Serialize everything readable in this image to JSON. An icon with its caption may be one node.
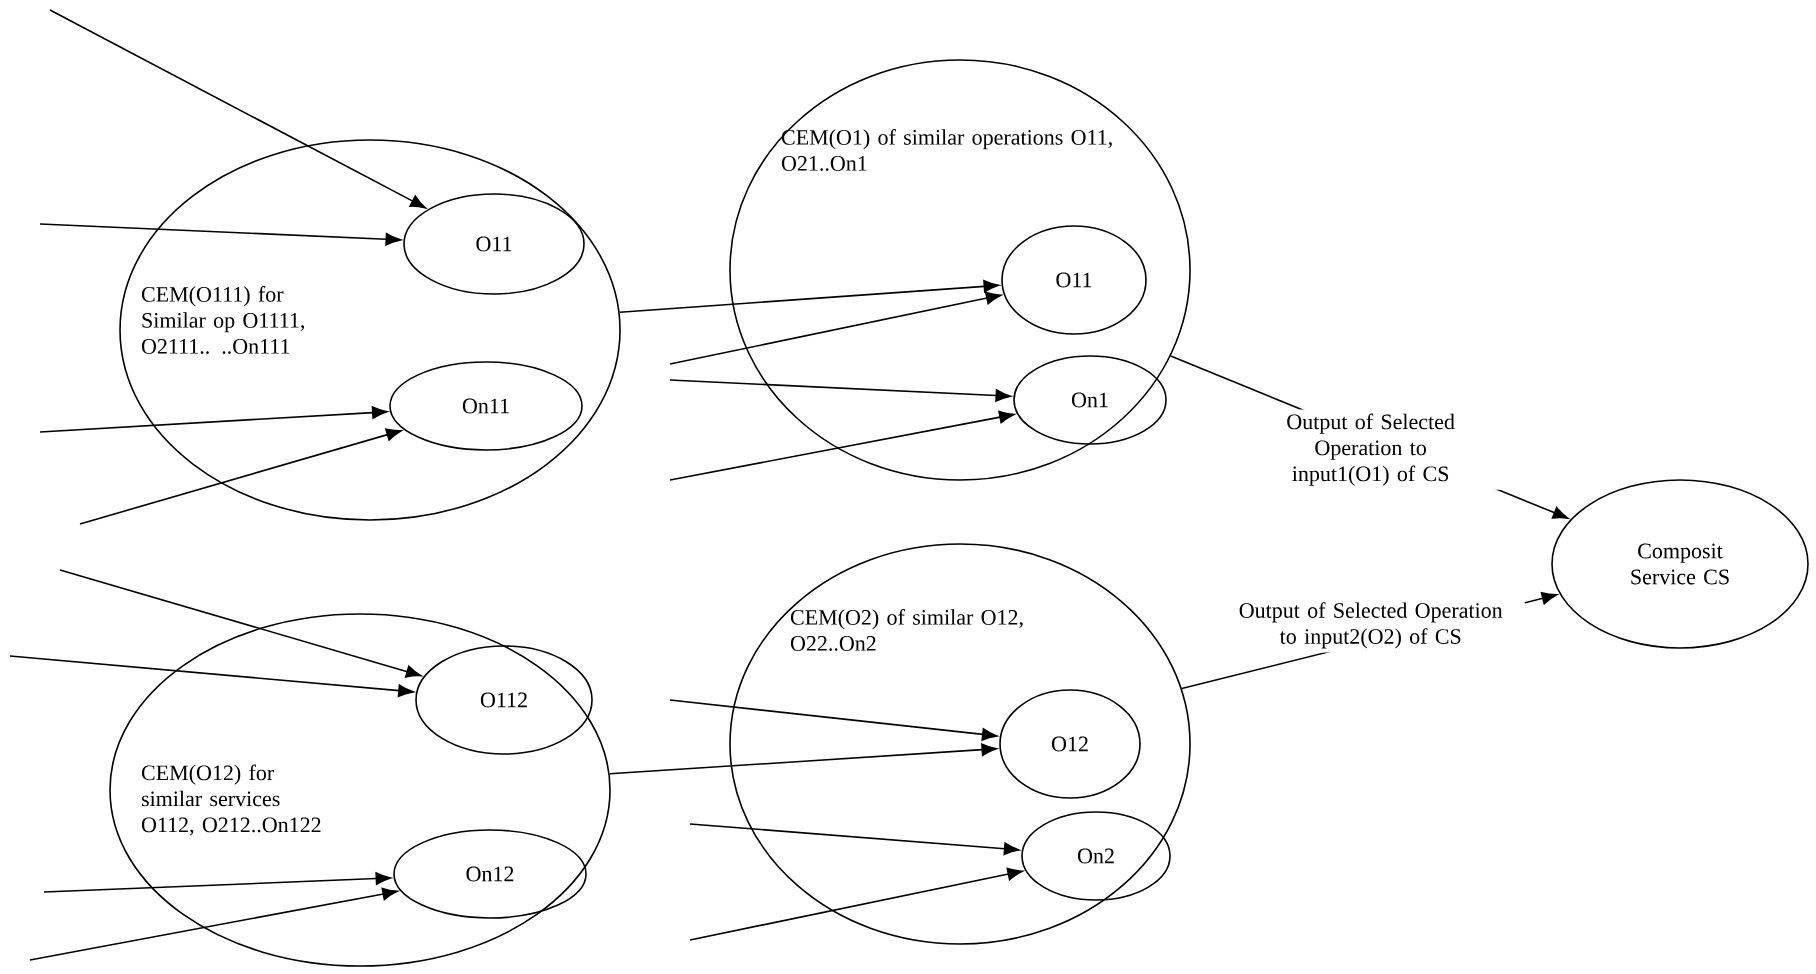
{
  "diagram": {
    "nodes": [
      {
        "text": [
          "CEM(O111) for Similar op O1111, O2111.. ..On111"
        ]
      },
      {
        "text": [
          "O11"
        ],
        "in": 0
      },
      {
        "text": [
          "On11"
        ],
        "in": 0
      },
      {
        "text": [
          "CEM(O1) of similar operations O11, O21..On1"
        ]
      },
      {
        "text": [
          "O11"
        ],
        "in": 3
      },
      {
        "text": [
          "On1"
        ],
        "in": 3
      },
      {
        "text": [
          "CEM(O12) for similar services O112, O212..On122"
        ]
      },
      {
        "text": [
          "O112"
        ],
        "in": 6
      },
      {
        "text": [
          "On12"
        ],
        "in": 6
      },
      {
        "text": [
          "CEM(O2) of similar O12, O22..On2"
        ]
      },
      {
        "text": [
          "O12"
        ],
        "in": 9
      },
      {
        "text": [
          "On2"
        ],
        "in": 9
      },
      {
        "text": [
          "Composit Service CS"
        ]
      }
    ],
    "edges": [
      {
        "from": null,
        "to": 1,
        "arrow": "to"
      },
      {
        "from": null,
        "to": 1,
        "arrow": "to"
      },
      {
        "from": null,
        "to": 2,
        "arrow": "to"
      },
      {
        "from": null,
        "to": 2,
        "arrow": "to"
      },
      {
        "from": 0,
        "to": 4,
        "arrow": "to"
      },
      {
        "from": null,
        "to": 4,
        "arrow": "to"
      },
      {
        "from": null,
        "to": 5,
        "arrow": "to"
      },
      {
        "from": null,
        "to": 5,
        "arrow": "to"
      },
      {
        "from": null,
        "to": 7,
        "arrow": "to"
      },
      {
        "from": null,
        "to": 7,
        "arrow": "to"
      },
      {
        "from": null,
        "to": 8,
        "arrow": "to"
      },
      {
        "from": null,
        "to": 8,
        "arrow": "to"
      },
      {
        "from": 6,
        "to": 10,
        "arrow": "to"
      },
      {
        "from": null,
        "to": 10,
        "arrow": "to"
      },
      {
        "from": null,
        "to": 11,
        "arrow": "to"
      },
      {
        "from": null,
        "to": 11,
        "arrow": "to"
      },
      {
        "from": 3,
        "to": 12,
        "arrow": "to",
        "label": "Output of Selected Operation to input1(O1) of CS"
      },
      {
        "from": 9,
        "to": 12,
        "arrow": "to",
        "label": "Output of Selected Operation to input2(O2) of CS"
      }
    ]
  }
}
